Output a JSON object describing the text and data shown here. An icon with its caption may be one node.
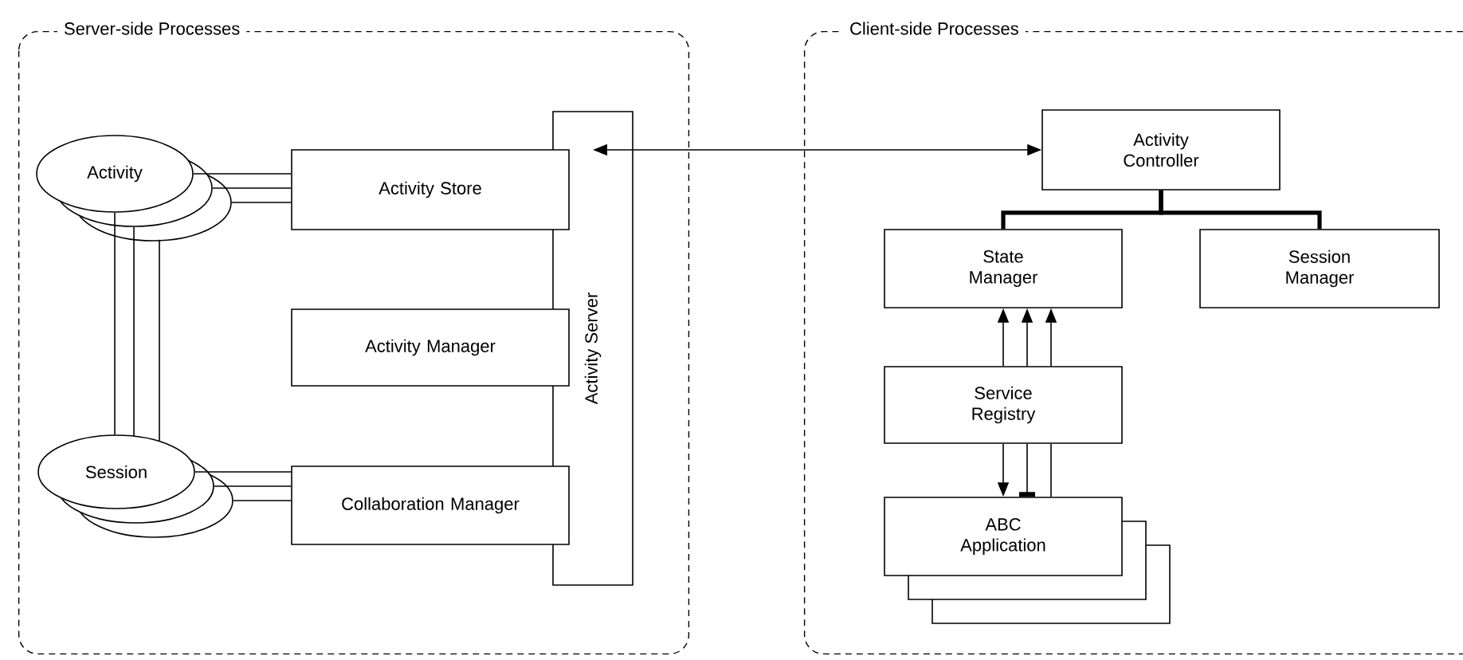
{
  "diagram": {
    "nodes": [
      {
        "text": [
          "Server-side Processes"
        ]
      },
      {
        "text": [
          "Activity"
        ],
        "in": 0
      },
      {
        "text": [
          "Session"
        ],
        "in": 0
      },
      {
        "text": [
          "Activity Store"
        ],
        "in": 0
      },
      {
        "text": [
          "Activity Manager"
        ],
        "in": 0
      },
      {
        "text": [
          "Collaboration Manager"
        ],
        "in": 0
      },
      {
        "text": [
          "Activity Server"
        ],
        "in": 0
      },
      {
        "text": [
          "Client-side Processes"
        ]
      },
      {
        "text": [
          "Activity Controller"
        ],
        "in": 7
      },
      {
        "text": [
          "State Manager"
        ],
        "in": 7
      },
      {
        "text": [
          "Session Manager"
        ],
        "in": 7
      },
      {
        "text": [
          "Service Registry"
        ],
        "in": 7
      },
      {
        "text": [
          "ABC Application"
        ],
        "in": 7
      }
    ],
    "edges": [
      {
        "from": 1,
        "to": 3,
        "arrow": "none"
      },
      {
        "from": 1,
        "to": 3,
        "arrow": "none"
      },
      {
        "from": 1,
        "to": 3,
        "arrow": "none"
      },
      {
        "from": 1,
        "to": 2,
        "arrow": "none"
      },
      {
        "from": 1,
        "to": 2,
        "arrow": "none"
      },
      {
        "from": 1,
        "to": 2,
        "arrow": "none"
      },
      {
        "from": 2,
        "to": 5,
        "arrow": "none"
      },
      {
        "from": 2,
        "to": 5,
        "arrow": "none"
      },
      {
        "from": 2,
        "to": 5,
        "arrow": "none"
      },
      {
        "from": 6,
        "to": 8,
        "arrow": "both"
      },
      {
        "from": 8,
        "to": 9,
        "arrow": "none",
        "style": "thick"
      },
      {
        "from": 8,
        "to": 10,
        "arrow": "none",
        "style": "thick"
      },
      {
        "from": 11,
        "to": 9,
        "arrow": "to"
      },
      {
        "from": 11,
        "to": 9,
        "arrow": "to"
      },
      {
        "from": 11,
        "to": 9,
        "arrow": "to"
      },
      {
        "from": 11,
        "to": 12,
        "arrow": "to"
      },
      {
        "from": 11,
        "to": 12,
        "arrow": "other"
      },
      {
        "from": 11,
        "to": 12,
        "arrow": "none"
      }
    ]
  }
}
